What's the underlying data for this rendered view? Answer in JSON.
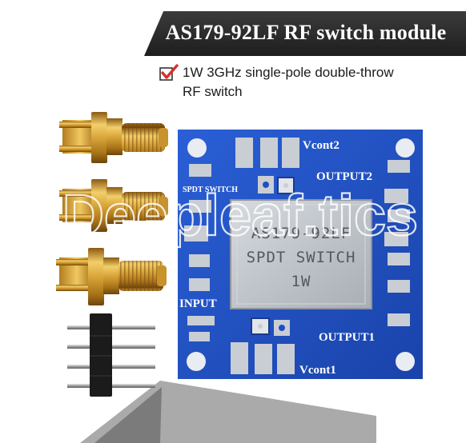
{
  "banner": {
    "title": "AS179-92LF RF switch module"
  },
  "feature": {
    "icon": "check-icon",
    "line1": "1W 3GHz single-pole double-throw",
    "line2": "RF switch"
  },
  "watermark": {
    "text": "Deepleaf.tics"
  },
  "pcb": {
    "labels": {
      "vcont2": "Vcont2",
      "output2": "OUTPUT2",
      "spdt": "SPDT SWITCH",
      "input": "INPUT",
      "output1": "OUTPUT1",
      "vcont1": "Vcont1"
    },
    "chip": {
      "line1": "AS179-92LF",
      "line2": "SPDT SWITCH",
      "line3": "1W"
    }
  },
  "colors": {
    "pcb_blue": "#1f4fc2",
    "gold": "#d9a53a",
    "banner_bg": "#2a2a2a",
    "check_red": "#d8302a"
  }
}
